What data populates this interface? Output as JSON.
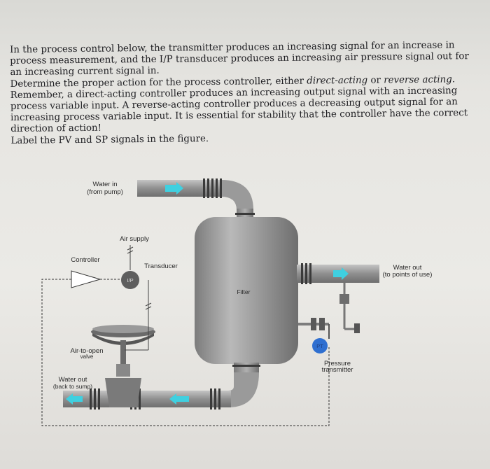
{
  "question": {
    "para1": "In the process control below, the transmitter produces an increasing signal for an increase in process measurement, and the I/P transducer produces an increasing air pressure signal out for an increasing current signal in.",
    "para2_prefix": "Determine the proper action for the process controller, either ",
    "para2_direct": "direct-acting",
    "para2_or": " or ",
    "para2_reverse": "reverse acting.",
    "para2_rest": " Remember, a direct-acting controller produces an increasing output signal with an increasing process variable input. A reverse-acting controller produces a decreasing output signal for an increasing process variable input. It is essential for stability that the controller have the correct direction of action!",
    "para3": "Label the PV and SP signals in the figure."
  },
  "diagram": {
    "water_in_line1": "Water in",
    "water_in_line2": "(from pump)",
    "air_supply": "Air supply",
    "controller": "Controller",
    "transducer": "Transducer",
    "ip_badge": "I/P",
    "filter": "Filter",
    "water_out_line1": "Water out",
    "water_out_line2": "(to points of use)",
    "valve_line1": "Air-to-open",
    "valve_line2": "valve",
    "sump_line1": "Water out",
    "sump_line2": "(back to sump)",
    "pt_badge": "PT",
    "pressure_line1": "Pressure",
    "pressure_line2": "transmitter"
  },
  "colors": {
    "pipe": "#9a9a9a",
    "flow_arrow": "#3fd0e0",
    "instrument": "#2f6fd0",
    "transducer": "#6b6b6b"
  }
}
